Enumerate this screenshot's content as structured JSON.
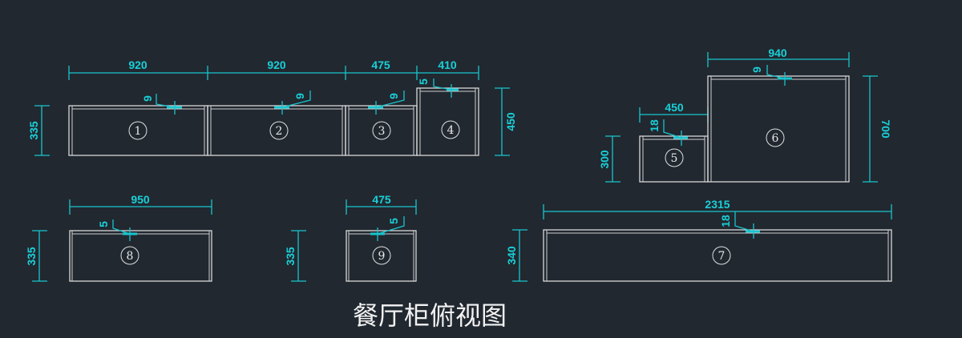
{
  "title": "餐厅柜俯视图",
  "units": "mm",
  "colors": {
    "background": "#212830",
    "dimension": "#19c4cc",
    "outline": "#d8d8d8",
    "text": "#f2f2f2"
  },
  "cabinets": [
    {
      "id": "1",
      "label": "①",
      "width": "920",
      "depth": "335",
      "thickness": "9"
    },
    {
      "id": "2",
      "label": "②",
      "width": "920",
      "thickness": "9"
    },
    {
      "id": "3",
      "label": "③",
      "width": "475",
      "thickness": "9"
    },
    {
      "id": "4",
      "label": "④",
      "width": "410",
      "depth": "450",
      "thickness": "5"
    },
    {
      "id": "5",
      "label": "⑤",
      "width": "450",
      "depth": "300",
      "thickness": "18"
    },
    {
      "id": "6",
      "label": "⑥",
      "width": "940",
      "depth": "700",
      "thickness": "9"
    },
    {
      "id": "7",
      "label": "⑦",
      "width": "2315",
      "depth": "340",
      "thickness": "18"
    },
    {
      "id": "8",
      "label": "⑧",
      "width": "950",
      "depth": "335",
      "thickness": "5"
    },
    {
      "id": "9",
      "label": "⑨",
      "width": "475",
      "depth": "335",
      "thickness": "5"
    }
  ]
}
